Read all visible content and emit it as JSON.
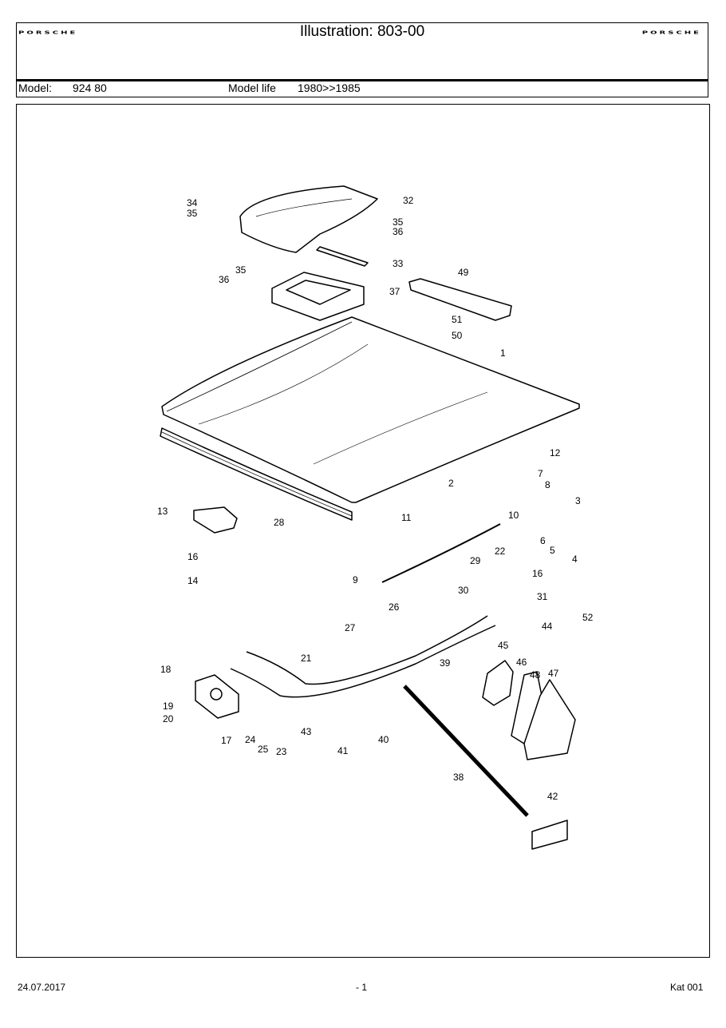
{
  "header": {
    "logo_left": "PORSCHE",
    "logo_right": "PORSCHE",
    "title": "Illustration: 803-00",
    "model_label": "Model:",
    "model_value": "924 80",
    "model_life_label": "Model life",
    "model_life_value": "1980>>1985"
  },
  "diagram": {
    "callouts": [
      "34",
      "35",
      "32",
      "35",
      "36",
      "33",
      "36",
      "35",
      "49",
      "37",
      "51",
      "50",
      "1",
      "12",
      "2",
      "7",
      "8",
      "3",
      "13",
      "28",
      "11",
      "10",
      "6",
      "5",
      "4",
      "16",
      "22",
      "29",
      "14",
      "9",
      "16",
      "30",
      "31",
      "26",
      "27",
      "44",
      "52",
      "45",
      "46",
      "18",
      "21",
      "39",
      "48",
      "47",
      "19",
      "20",
      "24",
      "25",
      "23",
      "43",
      "41",
      "40",
      "17",
      "38",
      "42"
    ]
  },
  "footer": {
    "date": "24.07.2017",
    "page": "- 1",
    "catalog": "Kat 001"
  }
}
